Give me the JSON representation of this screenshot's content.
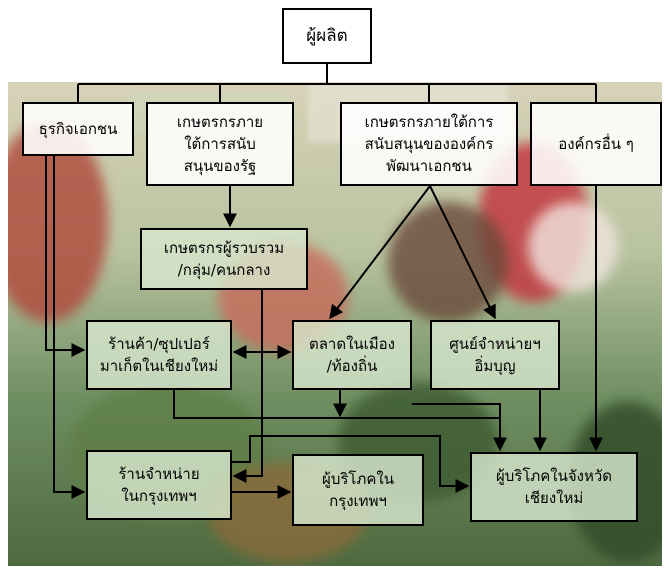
{
  "nodes": {
    "producer": "ผู้ผลิต",
    "private_business": "ธุรกิจเอกชน",
    "gov_farmers": "เกษตรกรภาย\nใต้การสนับ\nสนุนของรัฐ",
    "ngo_farmers": "เกษตรกรภายใต้การ\nสนับสนุนขององค์กร\nพัฒนาเอกชน",
    "other_orgs": "องค์กรอื่น ๆ",
    "collectors": "เกษตรกรผู้รวบรวม\n/กลุ่ม/คนกลาง",
    "cm_stores": "ร้านค้า/ซุปเปอร์\nมาเก็ตในเชียงใหม่",
    "local_market": "ตลาดในเมือง\n/ท้องถิ่น",
    "imboon_center": "ศูนย์จำหน่ายฯ\nอิ่มบุญ",
    "bkk_stores": "ร้านจำหน่าย\nในกรุงเทพฯ",
    "bkk_consumers": "ผู้บริโภคใน\nกรุงเทพฯ",
    "cm_consumers": "ผู้บริโภคในจังหวัด\nเชียงใหม่"
  }
}
